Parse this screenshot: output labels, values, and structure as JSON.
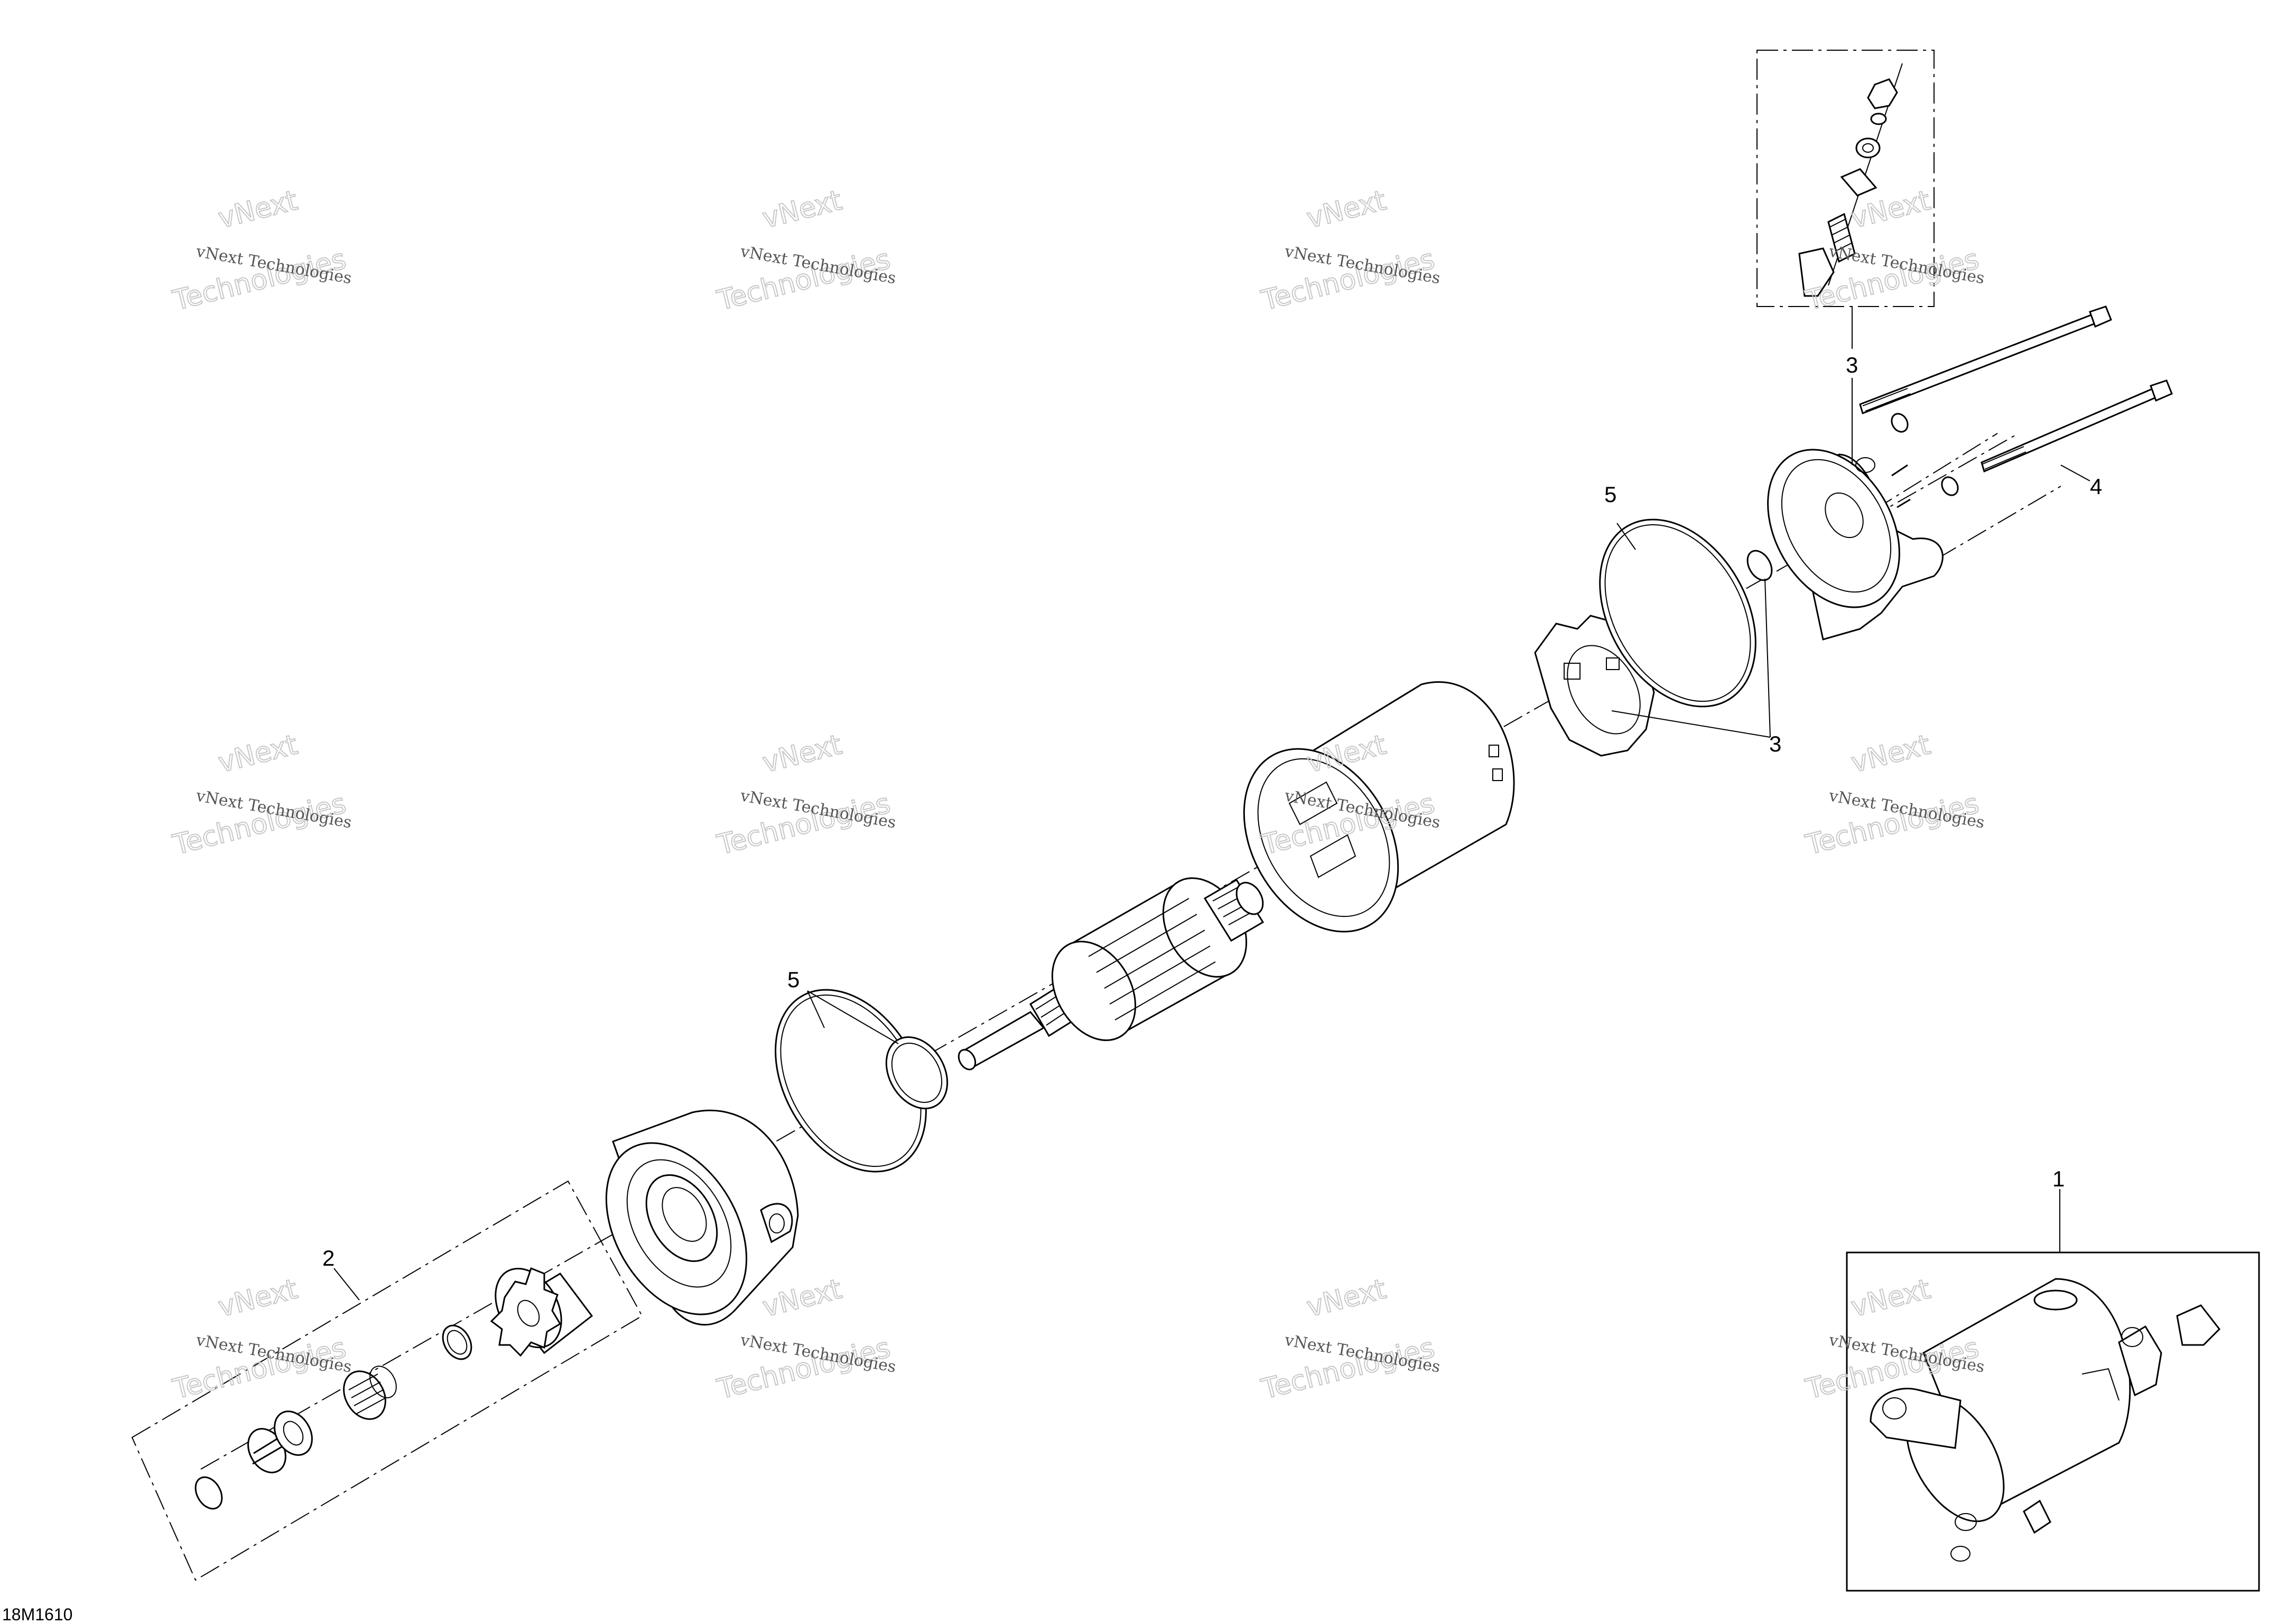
{
  "diagram": {
    "drawing_code": "18M1610",
    "callouts": [
      {
        "id": "c1",
        "label": "1"
      },
      {
        "id": "c2",
        "label": "2"
      },
      {
        "id": "c3a",
        "label": "3"
      },
      {
        "id": "c3b",
        "label": "3"
      },
      {
        "id": "c4",
        "label": "4"
      },
      {
        "id": "c5a",
        "label": "5"
      },
      {
        "id": "c5b",
        "label": "5"
      }
    ],
    "watermark": {
      "line1": "vNext Technologies",
      "line2": "vNext",
      "line3": "Technologies"
    }
  }
}
